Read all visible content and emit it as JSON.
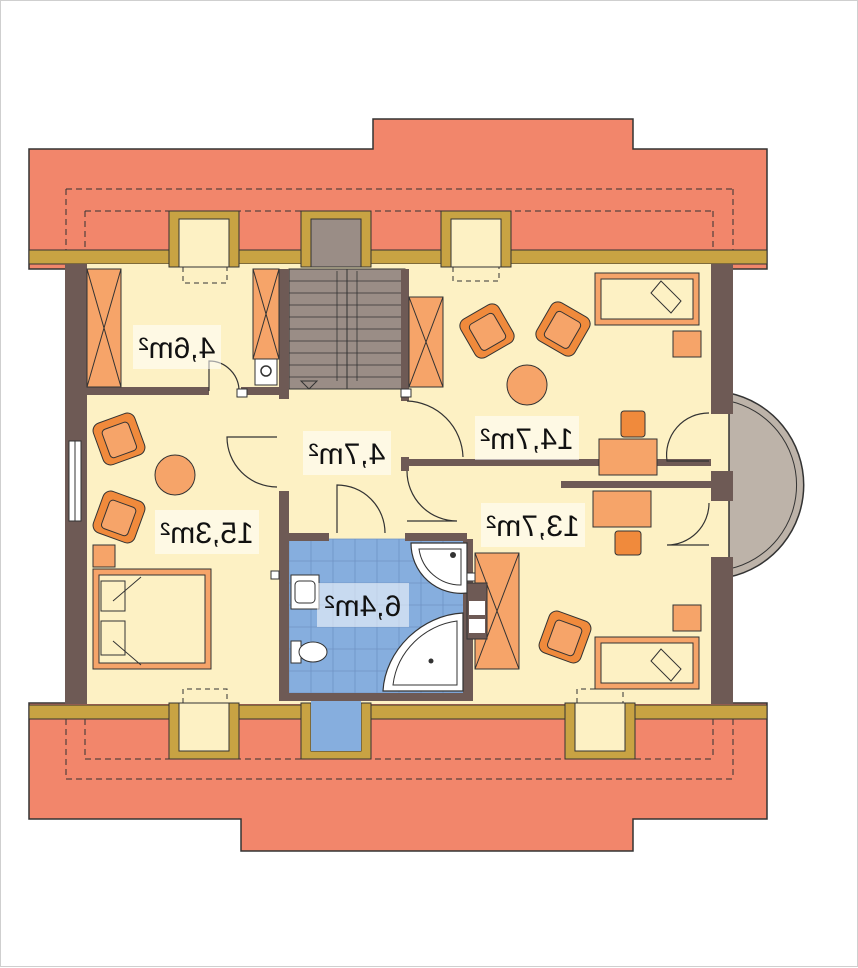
{
  "plan": {
    "rooms": [
      {
        "id": "storage",
        "area": "4,6m²"
      },
      {
        "id": "hall",
        "area": "4,7m²"
      },
      {
        "id": "bedroom-right-top",
        "area": "14,7m²"
      },
      {
        "id": "bedroom-left",
        "area": "15,3m²"
      },
      {
        "id": "bedroom-right-bottom",
        "area": "13,7m²"
      },
      {
        "id": "bathroom",
        "area": "6,4m²"
      }
    ],
    "colors": {
      "roof": "#f2866b",
      "floor": "#fdf1c4",
      "wall": "#6e5a55",
      "furniture": "#f08a3c",
      "furniture_light": "#f6a469",
      "bath_tile": "#86aede",
      "stairs": "#9a8d86",
      "balcony": "#bdb3a9",
      "eave_strip": "#c8a343"
    }
  }
}
